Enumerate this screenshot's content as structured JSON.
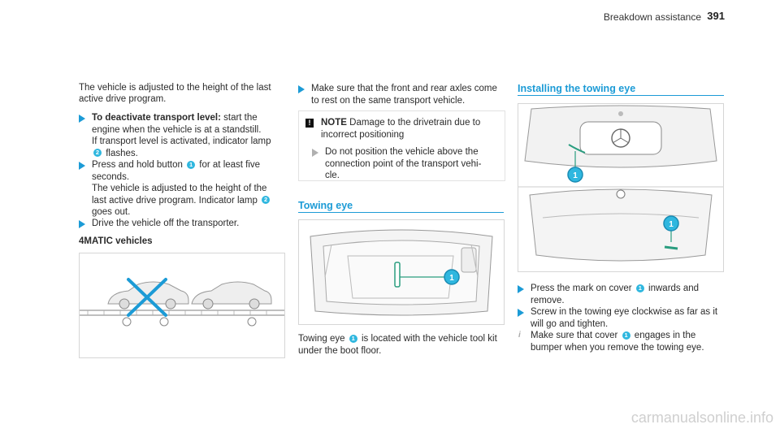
{
  "header": {
    "section": "Breakdown assistance",
    "page": "391"
  },
  "col1": {
    "intro": [
      "The vehicle is adjusted to the height of the last",
      "active drive program."
    ],
    "step1": {
      "title": "To deactivate transport level:",
      "rest": "start the",
      "lines": [
        "engine when the vehicle is at a standstill.",
        "If transport level is activated, indicator lamp"
      ],
      "tail": "flashes."
    },
    "step2": {
      "first": "Press and hold button",
      "first_end": "for at least five",
      "lines": [
        "seconds.",
        "The vehicle is adjusted to the height of the"
      ],
      "line4": "last active drive program. Indicator lamp",
      "line5": "goes out."
    },
    "step3": "Drive the vehicle off the transporter.",
    "subhead": "4MATIC vehicles",
    "badge_1": "1",
    "badge_2": "2"
  },
  "col2": {
    "step1": [
      "Make sure that the front and rear axles come",
      "to rest on the same transport vehicle."
    ],
    "note": {
      "label": "NOTE",
      "text1": "Damage to the drivetrain due to",
      "text2": "incorrect positioning",
      "bullet": [
        "Do not position the vehicle above the",
        "connection point of the transport vehi-",
        "cle."
      ]
    },
    "heading": "Towing eye",
    "caption1": "Towing eye",
    "caption1b": "is located with the vehicle tool kit",
    "caption2": "under the boot floor.",
    "badge": "1"
  },
  "col3": {
    "heading": "Installing the towing eye",
    "step1a": "Press the mark on cover",
    "step1b": "inwards and",
    "step1c": "remove.",
    "step2": [
      "Screw in the towing eye clockwise as far as it",
      "will go and tighten."
    ],
    "info1": "Make sure that cover",
    "info1b": "engages in the",
    "info2": "bumper when you remove the towing eye.",
    "badge": "1"
  },
  "footer": "carmanualsonline.info",
  "colors": {
    "accent": "#1c9bd6",
    "badge": "#2fb7df",
    "figure_accent": "#2a9d7f"
  }
}
